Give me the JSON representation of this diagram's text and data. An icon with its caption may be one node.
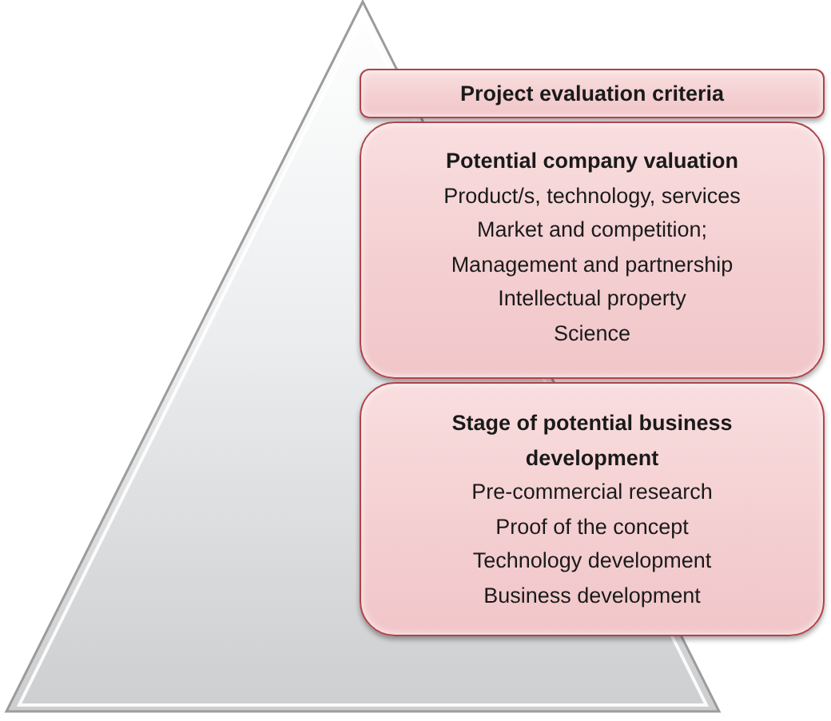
{
  "diagram": {
    "nodes": [
      {
        "text": [],
        "shape": "triangle"
      },
      {
        "text": [
          "Project evaluation criteria"
        ]
      },
      {
        "text": [
          "Potential company valuation",
          "Product/s, technology, services",
          "Market and competition;",
          "Management and partnership",
          "Intellectual property",
          "Science"
        ]
      },
      {
        "text": [
          "Stage of potential business development",
          "Pre-commercial research",
          "Proof of the concept",
          "Technology development",
          "Business development"
        ]
      }
    ]
  }
}
